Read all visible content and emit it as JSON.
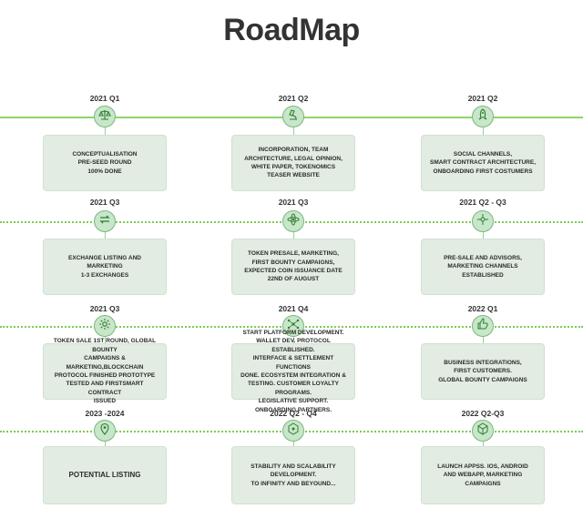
{
  "title": "RoadMap",
  "rows": [
    {
      "line": "solid",
      "items": [
        {
          "period": "2021 Q1",
          "icon": "balance-scale-icon",
          "text": [
            "CONCEPTUALISATION",
            "PRE-SEED ROUND",
            "100% DONE"
          ]
        },
        {
          "period": "2021 Q2",
          "icon": "microscope-icon",
          "text": [
            "INCORPORATION, TEAM",
            "ARCHITECTURE, LEGAL OPINION,",
            "WHITE PAPER, TOKENOMICS",
            "TEASER WEBSITE"
          ]
        },
        {
          "period": "2021 Q2",
          "icon": "rocket-icon",
          "text": [
            "SOCIAL CHANNELS,",
            "SMART CONTRACT ARCHITECTURE,",
            "ONBOARDING FIRST COSTUMERS"
          ]
        }
      ]
    },
    {
      "line": "dotted",
      "items": [
        {
          "period": "2021 Q3",
          "icon": "exchange-icon",
          "text": [
            "EXCHANGE LISTING AND MARKETING",
            "1-3 EXCHANGES"
          ]
        },
        {
          "period": "2021 Q3",
          "icon": "atom-icon",
          "text": [
            "TOKEN PRESALE, MARKETING,",
            "FIRST BOUNTY CAMPAIGNS,",
            "EXPECTED COIN ISSUANCE DATE",
            "22ND OF AUGUST"
          ]
        },
        {
          "period": "2021 Q2 - Q3",
          "icon": "network-icon",
          "text": [
            "PRE-SALE AND ADVISORS,",
            "MARKETING CHANNELS",
            "ESTABLISHED"
          ]
        }
      ]
    },
    {
      "line": "dotted",
      "items": [
        {
          "period": "2021 Q3",
          "icon": "gear-icon",
          "text": [
            "TOKEN SALE 1ST ROUND, GLOBAL BOUNTY",
            "CAMPAIGNS & MARKETING,BLOCKCHAIN",
            "PROTOCOL FINISHED PROTOTYPE",
            "TESTED AND FIRSTSMART CONTRACT",
            "ISSUED"
          ]
        },
        {
          "period": "2021 Q4",
          "icon": "nodes-icon",
          "text": [
            "START PLATFORM DEVELOPMENT.",
            "WALLET DEV. PROTOCOL ESTABLISHED.",
            "INTERFACE & SETTLEMENT FUNCTIONS",
            "DONE. ECOSYSTEM INTEGRATION &",
            "TESTING. CUSTOMER LOYALTY PROGRAMS.",
            "LEGISLATIVE SUPPORT. ONBOARDING PARTNERS."
          ]
        },
        {
          "period": "2022 Q1",
          "icon": "thumbs-up-icon",
          "text": [
            "BUSINESS INTEGRATIONS,",
            "FIRST CUSTOMERS.",
            "GLOBAL BOUNTY CAMPAIGNS"
          ]
        }
      ]
    },
    {
      "line": "dotted",
      "items": [
        {
          "period": "2023 -2024",
          "icon": "location-pin-icon",
          "text": [
            "POTENTIAL LISTING"
          ]
        },
        {
          "period": "2022 Q2 - Q4",
          "icon": "hexagon-network-icon",
          "text": [
            "STABILITY AND SCALABILITY",
            "DEVELOPMENT.",
            "TO INFINITY AND BEYOUND..."
          ]
        },
        {
          "period": "2022 Q2-Q3",
          "icon": "cube-network-icon",
          "text": [
            "LAUNCH APPSs. IOS, ANDROID",
            "AND WEBAPP, MARKETING",
            "CAMPAIGNS"
          ]
        }
      ]
    }
  ],
  "colors": {
    "line": "#8ed66a",
    "node_fill": "#c8e6c9",
    "node_icon": "#2e7d32",
    "card": "#e2ece2"
  }
}
